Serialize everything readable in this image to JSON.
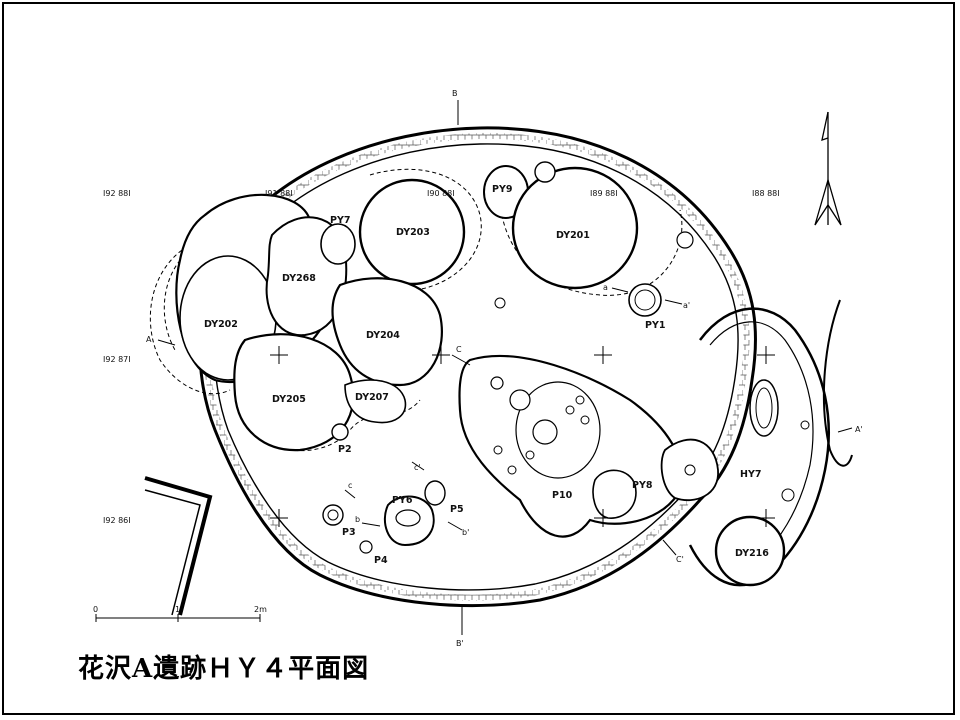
{
  "title": "花沢A遺跡ＨＹ４平面図",
  "grid_labels": [
    "I92 88I",
    "I91 88I",
    "I90 88I",
    "I89 88I",
    "I88 88I",
    "I92 87I",
    "I92 86I"
  ],
  "features": {
    "DY202": "DY202",
    "DY268": "DY268",
    "PY7": "PY7",
    "DY203": "DY203",
    "PY9": "PY9",
    "DY201": "DY201",
    "DY204": "DY204",
    "PY1": "PY1",
    "DY205": "DY205",
    "DY207": "DY207",
    "P2": "P2",
    "P10": "P10",
    "PY8": "PY8",
    "HY7": "HY7",
    "DY216": "DY216",
    "PY6": "PY6",
    "P5": "P5",
    "P3": "P3",
    "P4": "P4"
  },
  "section_marks": [
    "A",
    "A'",
    "B",
    "B'",
    "C",
    "C'",
    "a",
    "a'",
    "b",
    "b'",
    "c",
    "c'"
  ],
  "scale": {
    "start": "0",
    "mid": "1",
    "end": "2m"
  }
}
